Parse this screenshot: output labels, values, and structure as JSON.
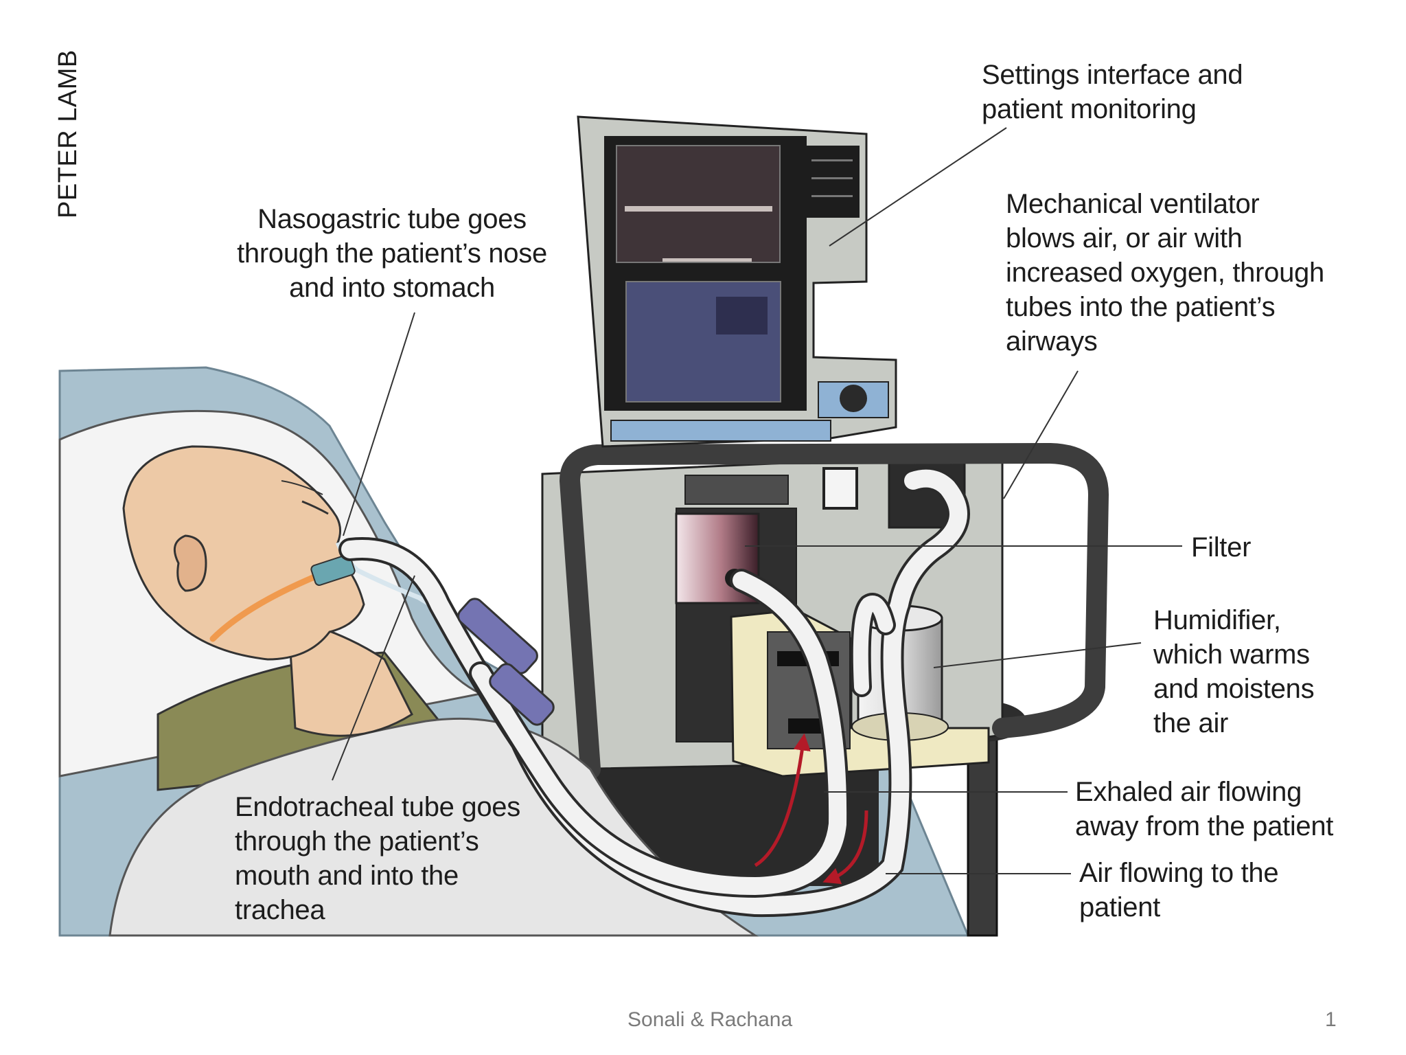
{
  "credit": "PETER LAMB",
  "labels": {
    "settings": "Settings interface and\npatient monitoring",
    "nasogastric": "Nasogastric tube goes\nthrough the patient’s nose\nand into stomach",
    "ventilator": "Mechanical ventilator\nblows air, or air with\nincreased oxygen, through\ntubes into the patient’s\nairways",
    "filter": "Filter",
    "humidifier": "Humidifier,\nwhich warms\nand moistens\nthe air",
    "exhaled": "Exhaled air flowing\naway from the patient",
    "air_to_patient": "Air flowing to the\npatient",
    "endotracheal": "Endotracheal tube goes\nthrough the patient’s\nmouth and into the\ntrachea"
  },
  "footer": {
    "authors": "Sonali & Rachana",
    "page_number": "1"
  },
  "colors": {
    "pillow": "#a9c1ce",
    "skin": "#edc9a6",
    "gown": "#8a8a56",
    "sheet": "#e6e6e6",
    "ventilator_body": "#c7cac4",
    "screen_frame": "#1d1d1d",
    "screen_upper": "#3f3438",
    "screen_lower": "#4a4f78",
    "keyboard_strip": "#8fb2d4",
    "humidifier_base": "#efe9c2",
    "tube": "#f2f2f2",
    "connector": "#7474b2",
    "arrow": "#b41a28"
  }
}
